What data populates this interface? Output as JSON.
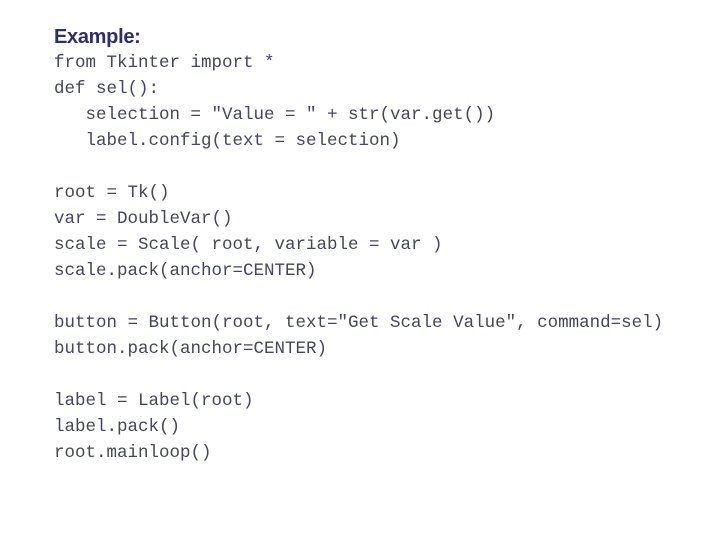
{
  "page": {
    "background_color": "#ffffff",
    "title_color": "#2c2e6e",
    "code_color": "#45465f"
  },
  "title": "Example:",
  "code": {
    "block1": [
      "from Tkinter import *",
      "def sel():",
      "   selection = \"Value = \" + str(var.get())",
      "   label.config(text = selection)"
    ],
    "block2": [
      "root = Tk()",
      "var = DoubleVar()",
      "scale = Scale( root, variable = var )",
      "scale.pack(anchor=CENTER)"
    ],
    "block3": [
      "button = Button(root, text=\"Get Scale Value\", command=sel)",
      "button.pack(anchor=CENTER)"
    ],
    "block4": [
      "label = Label(root)",
      "label.pack()",
      "root.mainloop()"
    ]
  }
}
